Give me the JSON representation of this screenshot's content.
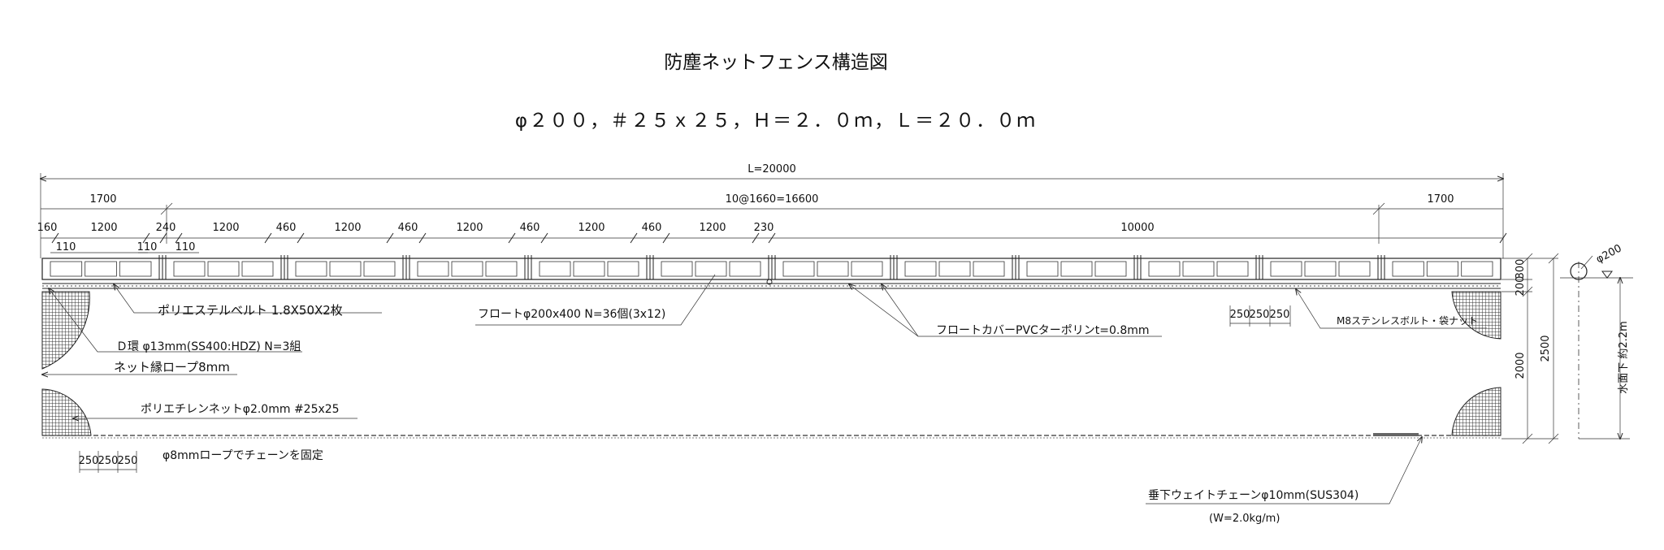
{
  "title": "防塵ネットフェンス構造図",
  "subtitle": "φ２００，＃２５ｘ２５，Ｈ＝２．０ｍ，Ｌ＝２０．０ｍ",
  "dims": {
    "total": "L=20000",
    "end_left": "1700",
    "mid": "10@1660=16600",
    "end_right": "1700",
    "d160": "160",
    "d110": "110",
    "d1200": "1200",
    "d240": "240",
    "d460": "460",
    "d230": "230",
    "d10000": "10000",
    "d250": "250",
    "d200": "200",
    "d300": "300",
    "d2000": "2000",
    "d2500": "2500",
    "phi200": "φ200",
    "depth": "水面下 約2.2m"
  },
  "labels": {
    "belt": "ポリエステルベルト 1.8X50X2枚",
    "float": "フロートφ200x400 N=36個(3x12)",
    "cover": "フロートカバーPVCターポリンt=0.8mm",
    "bolt": "M8ステンレスボルト・袋ナット",
    "ring": "Ｄ環 φ13mm(SS400:HDZ) N=3組",
    "edge_rope": "ネット縁ロープ8mm",
    "net": "ポリエチレンネットφ2.0mm #25x25",
    "rope_fix": "φ8mmロープでチェーンを固定",
    "chain": "垂下ウェイトチェーンφ10mm(SUS304)",
    "chain_weight": "(W=2.0kg/m)"
  }
}
